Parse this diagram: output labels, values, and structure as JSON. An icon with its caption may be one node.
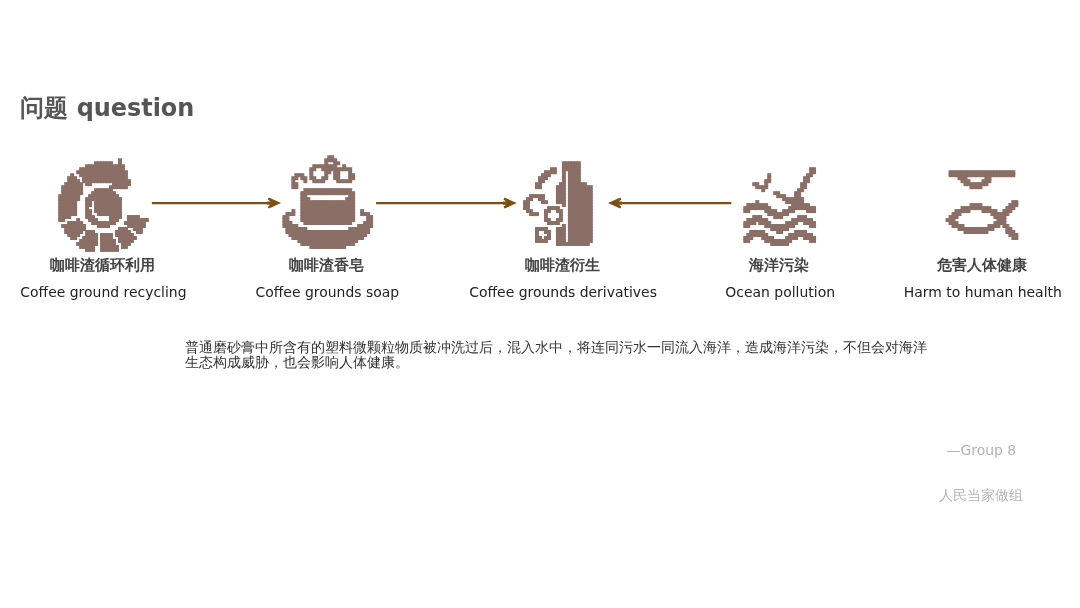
{
  "diagram": {
    "title": "问题 question",
    "nodes": [
      {
        "text": [],
        "shape": "picture",
        "beside": [
          "咖啡渣循环利用",
          "Coffee ground recycling"
        ]
      },
      {
        "text": [],
        "shape": "picture",
        "beside": [
          "咖啡渣香皂",
          "Coffee grounds soap"
        ]
      },
      {
        "text": [],
        "shape": "picture",
        "beside": [
          "咖啡渣衍生",
          "Coffee grounds derivatives"
        ]
      },
      {
        "text": [],
        "shape": "picture",
        "beside": [
          "海洋污染",
          "Ocean pollution"
        ]
      },
      {
        "text": [],
        "shape": "picture",
        "beside": [
          "危害人体健康",
          "Harm to human health"
        ]
      }
    ],
    "edges": [
      {
        "from": 0,
        "to": 1,
        "arrow": "to"
      },
      {
        "from": 1,
        "to": 2,
        "arrow": "to"
      },
      {
        "from": 3,
        "to": 2,
        "arrow": "to"
      }
    ],
    "labels": [
      "普通磨砂膏中所含有的塑料微颗粒物质被冲洗过后，混入水中，将连同污水一同流入海洋，造成海洋污染，不但会对海洋生态构成威胁，也会影响人体健康。",
      "—Group 8",
      "人民当家做组"
    ]
  }
}
